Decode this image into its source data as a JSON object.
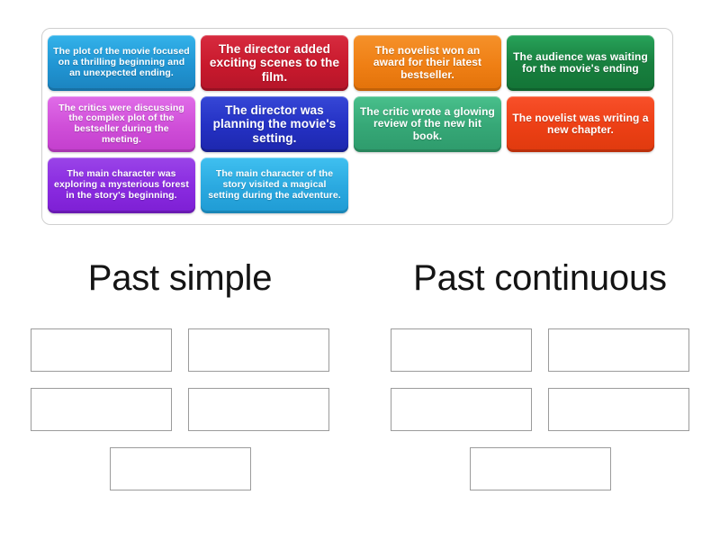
{
  "activity": {
    "type": "group-sort",
    "tray_label": "word-tiles-tray"
  },
  "tiles": [
    {
      "id": "tile-1",
      "color_name": "blue",
      "color_hex": "#2196d4",
      "size": "sm",
      "text": "The plot of the movie focused on a thrilling beginning and an unexpected ending.",
      "parts": [
        {
          "t": "The plot of the movie ",
          "bold": true
        },
        {
          "t": "focused",
          "bold": true
        },
        {
          "t": " on a thrilling beginning and an unexpected ending.",
          "bold": true
        }
      ]
    },
    {
      "id": "tile-2",
      "color_name": "red",
      "color_hex": "#c8192c",
      "size": "lg",
      "text": "The director added exciting scenes to the film.",
      "parts": [
        {
          "t": "The director ",
          "bold": false
        },
        {
          "t": "added",
          "bold": true
        },
        {
          "t": " exciting scenes to the film.",
          "bold": false
        }
      ]
    },
    {
      "id": "tile-3",
      "color_name": "orange",
      "color_hex": "#ef7f14",
      "size": "md",
      "text": "The novelist won an award for their latest bestseller.",
      "parts": [
        {
          "t": "The novelist ",
          "bold": false
        },
        {
          "t": "won",
          "bold": true
        },
        {
          "t": " an award for their latest bestseller.",
          "bold": false
        }
      ]
    },
    {
      "id": "tile-4",
      "color_name": "dark-green",
      "color_hex": "#18803f",
      "size": "md",
      "text": "The audience was waiting for the movie's ending",
      "parts": [
        {
          "t": "The audience ",
          "bold": false
        },
        {
          "t": "was waiting",
          "bold": true
        },
        {
          "t": " for the movie's ending",
          "bold": false
        }
      ]
    },
    {
      "id": "tile-5",
      "color_name": "orchid",
      "color_hex": "#cf4ed8",
      "size": "sm",
      "text": "The critics were discussing the complex plot of the bestseller during the meeting.",
      "parts": [
        {
          "t": "The critics ",
          "bold": true
        },
        {
          "t": "were discussing",
          "bold": true
        },
        {
          "t": " the complex plot of the bestseller during the meeting.",
          "bold": true
        }
      ]
    },
    {
      "id": "tile-6",
      "color_name": "navy",
      "color_hex": "#2431c4",
      "size": "lg",
      "text": "The director was planning the movie's setting.",
      "parts": [
        {
          "t": "The director ",
          "bold": false
        },
        {
          "t": "was planning",
          "bold": true
        },
        {
          "t": " the movie's setting.",
          "bold": false
        }
      ]
    },
    {
      "id": "tile-7",
      "color_name": "sea-green",
      "color_hex": "#36a877",
      "size": "md",
      "text": "The critic wrote a glowing review of the new hit book.",
      "parts": [
        {
          "t": "The critic ",
          "bold": false
        },
        {
          "t": "wrote",
          "bold": true
        },
        {
          "t": " a glowing review of the new hit book.",
          "bold": false
        }
      ]
    },
    {
      "id": "tile-8",
      "color_name": "tomato",
      "color_hex": "#ec3f15",
      "size": "md",
      "text": "The novelist was writing a new chapter.",
      "parts": [
        {
          "t": "The novelist ",
          "bold": false
        },
        {
          "t": "was writing",
          "bold": true
        },
        {
          "t": " a new chapter.",
          "bold": false
        }
      ]
    },
    {
      "id": "tile-9",
      "color_name": "purple",
      "color_hex": "#8a2be0",
      "size": "sm",
      "text": "The main character was exploring a mysterious forest in the story's beginning.",
      "parts": [
        {
          "t": "The main character ",
          "bold": true
        },
        {
          "t": "was exploring",
          "bold": true
        },
        {
          "t": " a mysterious forest in the story's beginning.",
          "bold": true
        }
      ]
    },
    {
      "id": "tile-10",
      "color_name": "sky-blue",
      "color_hex": "#2ba9e0",
      "size": "sm",
      "text": "The main character of the story visited a magical setting during the adventure.",
      "parts": [
        {
          "t": "The main character of the story ",
          "bold": true
        },
        {
          "t": "visited",
          "bold": true
        },
        {
          "t": " a magical setting during the adventure.",
          "bold": true
        }
      ]
    }
  ],
  "columns": [
    {
      "id": "past-simple",
      "title": "Past simple",
      "slots": [
        "",
        "",
        "",
        "",
        ""
      ]
    },
    {
      "id": "past-continuous",
      "title": "Past continuous",
      "slots": [
        "",
        "",
        "",
        "",
        ""
      ]
    }
  ]
}
